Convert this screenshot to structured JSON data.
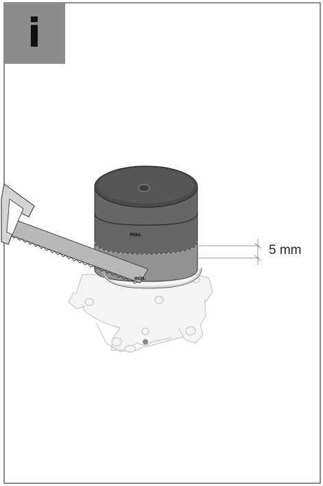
{
  "info_tab": {
    "label": "i",
    "icon": "info-icon",
    "color": "#8c8c8c"
  },
  "illustration": {
    "dimension_label": "5 mm",
    "marking_max": "max.",
    "marking_min": "min."
  },
  "colors": {
    "frame_border": "#8a8a8a",
    "cap_top": "#4d4d4d",
    "cap_body": "#5e5e5e",
    "saw_blade": "#b5b5b5"
  }
}
